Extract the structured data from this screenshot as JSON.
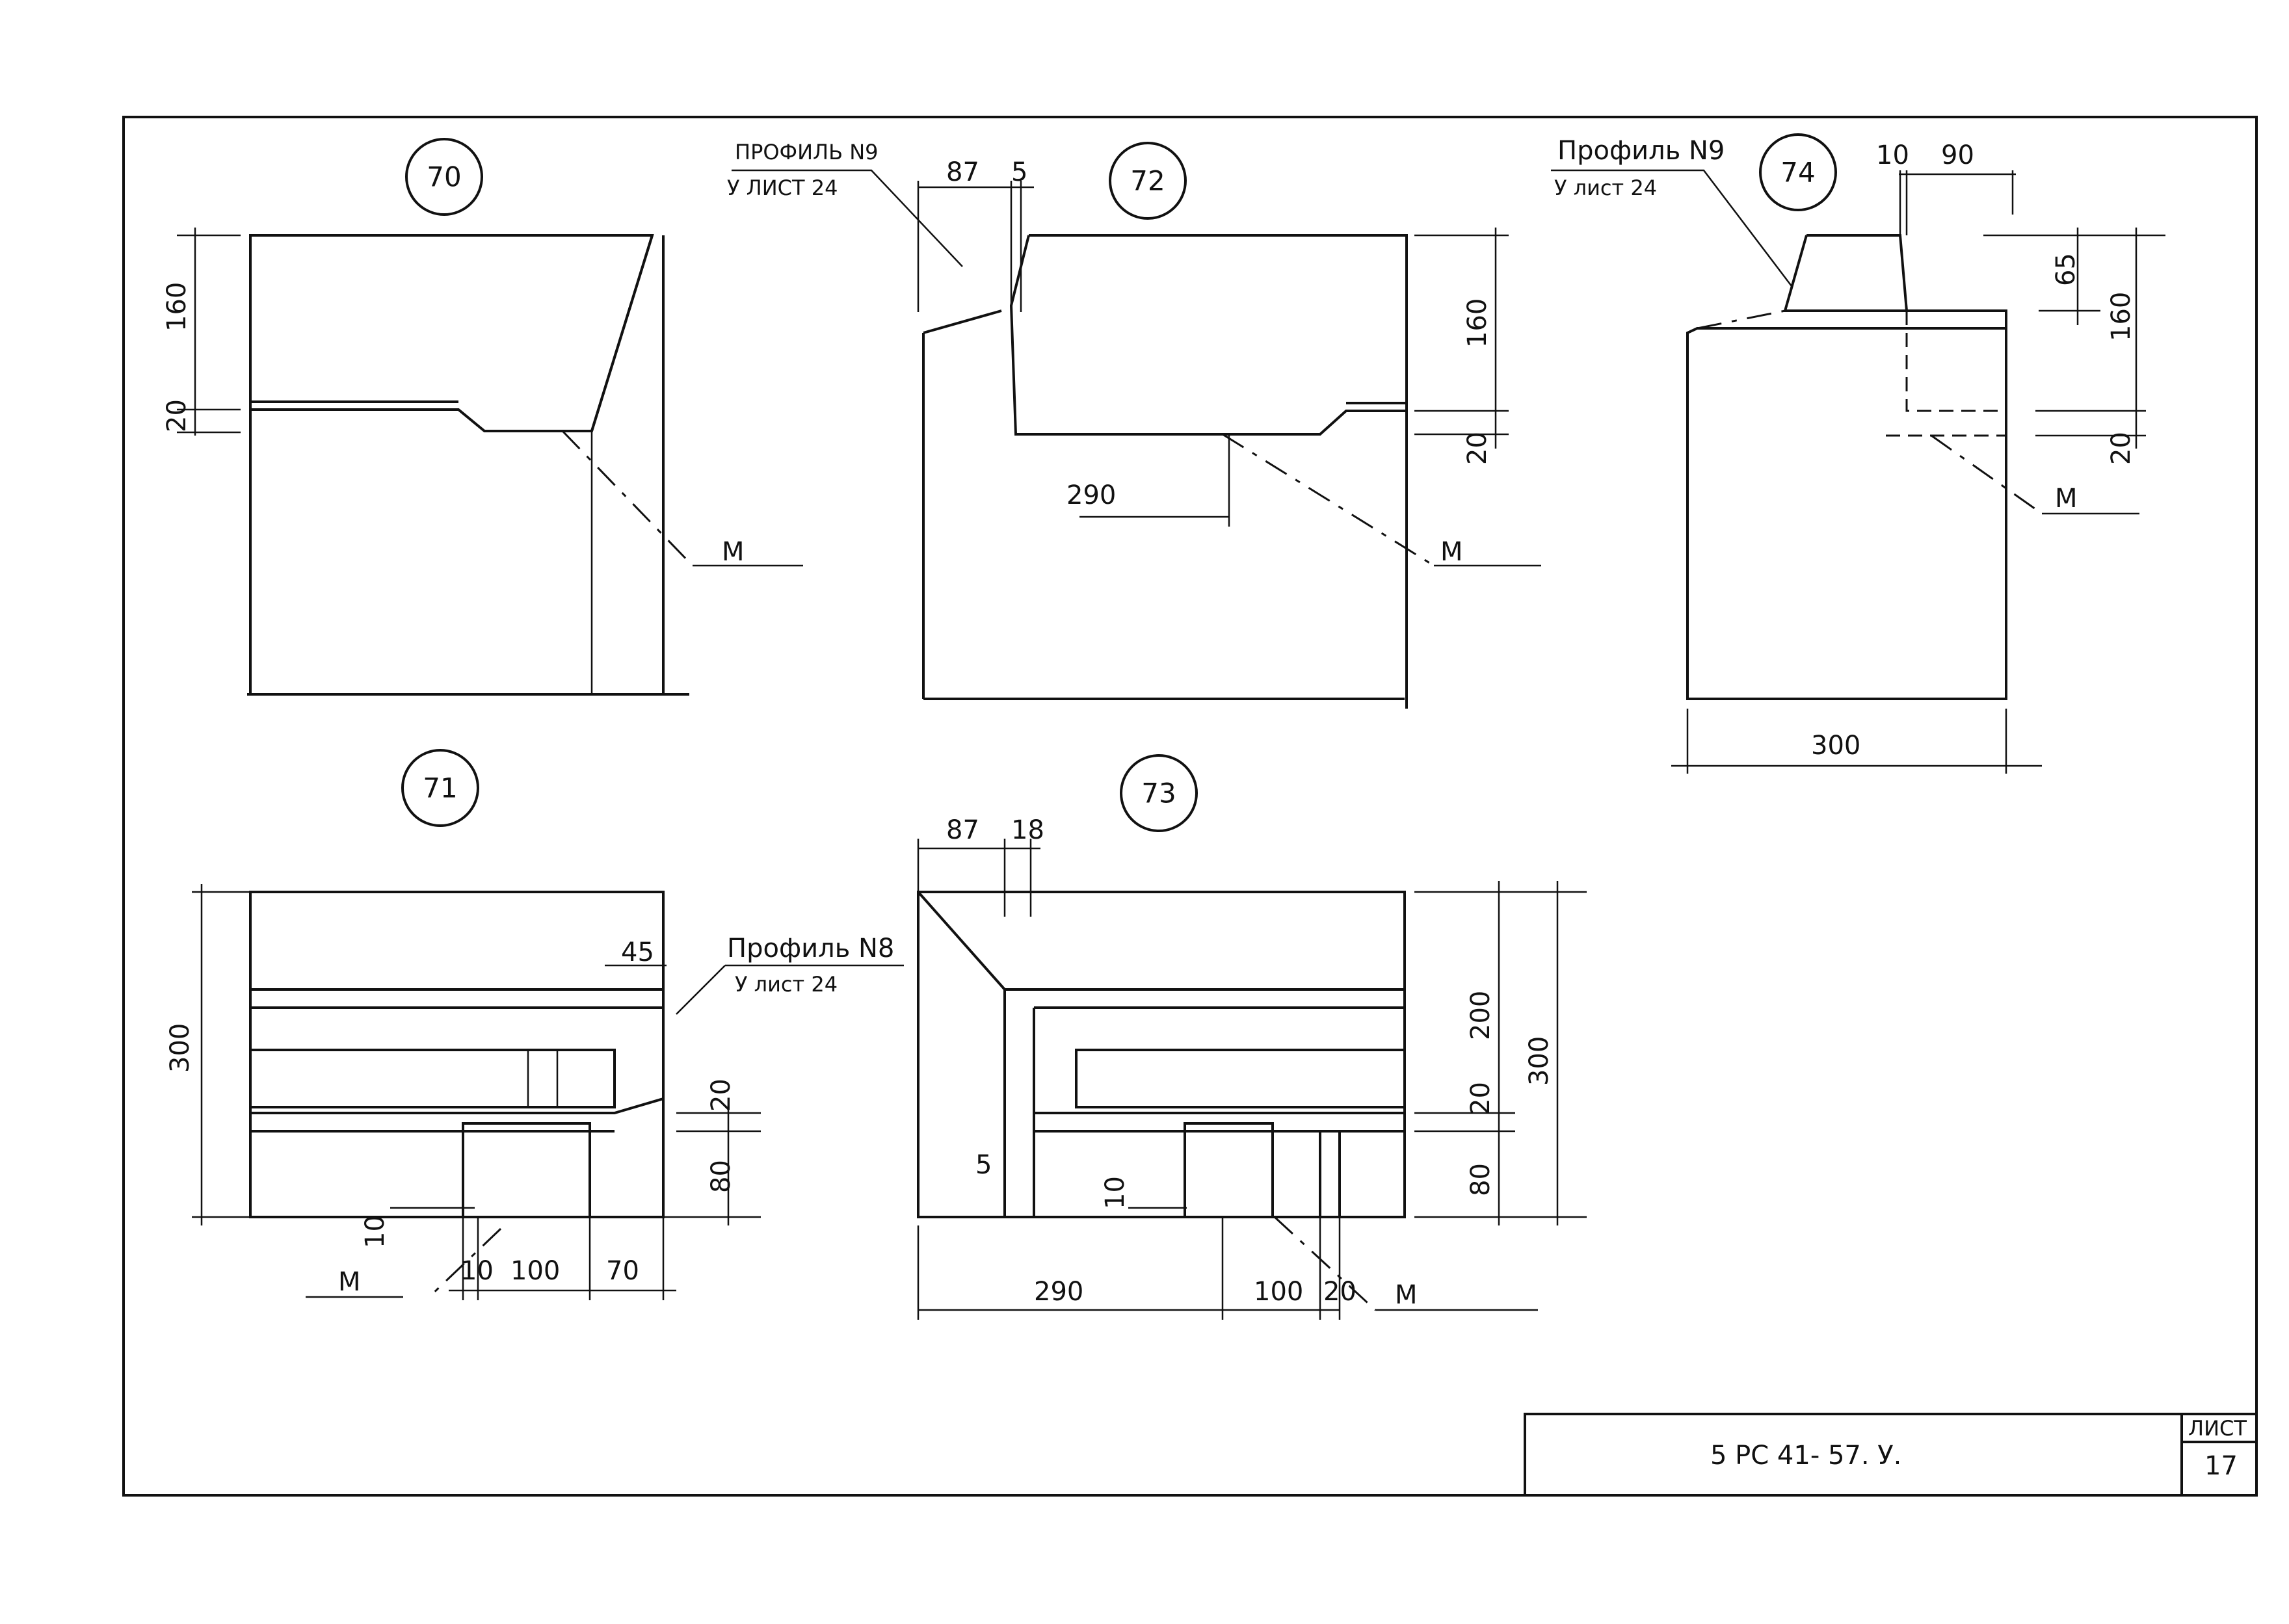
{
  "details": {
    "d70": {
      "number": "70",
      "dim_height": "160",
      "dim_step": "20",
      "mark": "M"
    },
    "d71": {
      "number": "71",
      "dim_total": "300",
      "dim_45": "45",
      "dim_20": "20",
      "dim_80": "80",
      "dim_10_left": "10",
      "dim_10": "10",
      "dim_100": "100",
      "dim_70": "70",
      "mark": "M",
      "profile_label": "Профиль N8",
      "profile_ref": "У лист 24"
    },
    "d72": {
      "number": "72",
      "dim_87": "87",
      "dim_5": "5",
      "dim_160": "160",
      "dim_20": "20",
      "dim_290": "290",
      "mark": "M",
      "profile_label": "ПРОФИЛЬ N9",
      "profile_ref": "У ЛИСТ 24"
    },
    "d73": {
      "number": "73",
      "dim_87": "87",
      "dim_18": "18",
      "dim_200": "200",
      "dim_20": "20",
      "dim_80": "80",
      "dim_300": "300",
      "dim_5": "5",
      "dim_10": "10",
      "dim_290": "290",
      "dim_100": "100",
      "dim_20b": "20",
      "mark": "M"
    },
    "d74": {
      "number": "74",
      "dim_10": "10",
      "dim_90": "90",
      "dim_65": "65",
      "dim_160": "160",
      "dim_20": "20",
      "dim_300": "300",
      "mark": "M",
      "profile_label": "Профиль N9",
      "profile_ref": "У лист 24"
    }
  },
  "title_block": {
    "code": "5 РС 41- 57. У.",
    "sheet_label": "ЛИСТ",
    "sheet_number": "17"
  }
}
